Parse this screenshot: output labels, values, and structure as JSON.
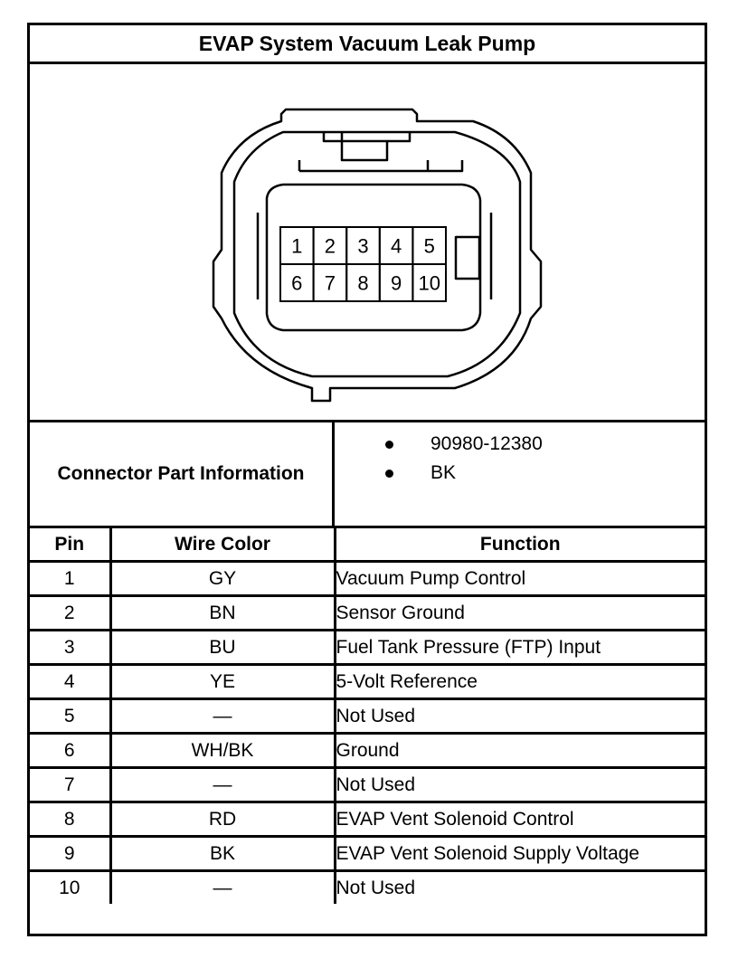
{
  "title": "EVAP System Vacuum Leak Pump",
  "connector": {
    "pins_top": [
      "1",
      "2",
      "3",
      "4",
      "5"
    ],
    "pins_bottom": [
      "6",
      "7",
      "8",
      "9",
      "10"
    ]
  },
  "part_info": {
    "label": "Connector Part Information",
    "items": [
      "90980-12380",
      "BK"
    ]
  },
  "table": {
    "headers": [
      "Pin",
      "Wire Color",
      "Function"
    ],
    "rows": [
      {
        "pin": "1",
        "color": "GY",
        "function": "Vacuum Pump Control"
      },
      {
        "pin": "2",
        "color": "BN",
        "function": "Sensor Ground"
      },
      {
        "pin": "3",
        "color": "BU",
        "function": "Fuel Tank Pressure (FTP) Input"
      },
      {
        "pin": "4",
        "color": "YE",
        "function": "5-Volt Reference"
      },
      {
        "pin": "5",
        "color": "—",
        "function": "Not Used"
      },
      {
        "pin": "6",
        "color": "WH/BK",
        "function": "Ground"
      },
      {
        "pin": "7",
        "color": "—",
        "function": "Not Used"
      },
      {
        "pin": "8",
        "color": "RD",
        "function": "EVAP Vent Solenoid Control"
      },
      {
        "pin": "9",
        "color": "BK",
        "function": "EVAP Vent Solenoid Supply Voltage"
      },
      {
        "pin": "10",
        "color": "—",
        "function": "Not Used"
      }
    ]
  }
}
